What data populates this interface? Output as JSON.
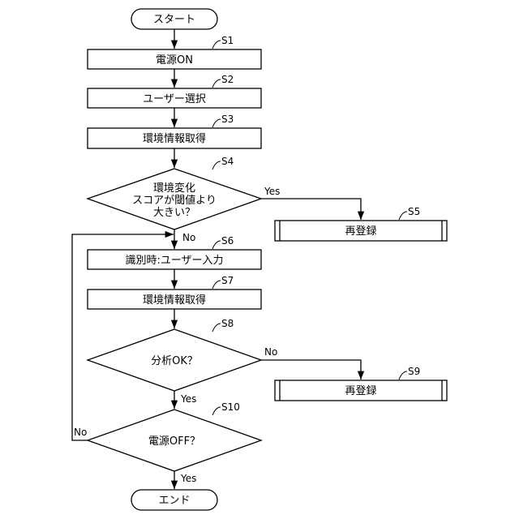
{
  "flowchart": {
    "nodes": {
      "start": {
        "lines": [
          "スタート"
        ]
      },
      "s1": {
        "step": "S1",
        "lines": [
          "電源ON"
        ]
      },
      "s2": {
        "step": "S2",
        "lines": [
          "ユーザー選択"
        ]
      },
      "s3": {
        "step": "S3",
        "lines": [
          "環境情報取得"
        ]
      },
      "s4": {
        "step": "S4",
        "lines": [
          "環境変化",
          "スコアが閾値より",
          "大きい？"
        ]
      },
      "s5": {
        "step": "S5",
        "lines": [
          "再登録"
        ]
      },
      "s6": {
        "step": "S6",
        "lines": [
          "識別時:ユーザー入力"
        ]
      },
      "s7": {
        "step": "S7",
        "lines": [
          "環境情報取得"
        ]
      },
      "s8": {
        "step": "S8",
        "lines": [
          "分析OK？"
        ]
      },
      "s9": {
        "step": "S9",
        "lines": [
          "再登録"
        ]
      },
      "s10": {
        "step": "S10",
        "lines": [
          "電源OFF？"
        ]
      },
      "end": {
        "lines": [
          "エンド"
        ]
      }
    },
    "edge_labels": {
      "s4_yes": "Yes",
      "s4_no": "No",
      "s8_no": "No",
      "s8_yes": "Yes",
      "s10_no": "No",
      "s10_yes": "Yes"
    }
  }
}
